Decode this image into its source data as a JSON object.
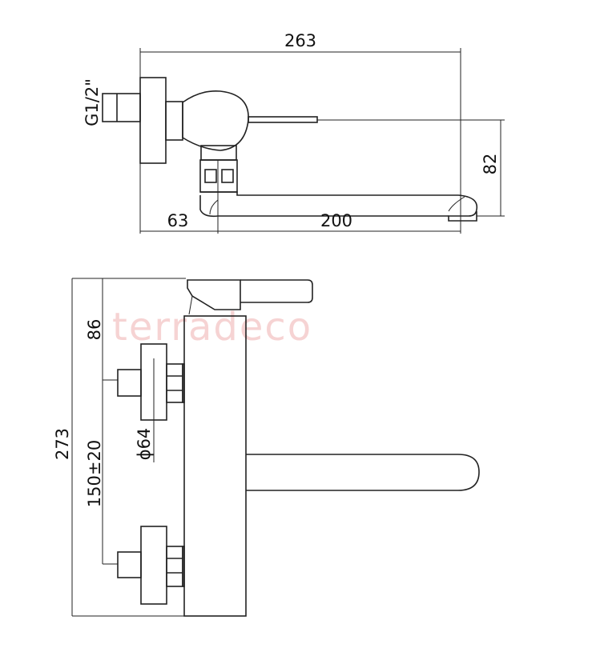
{
  "watermark": "terradeco",
  "top_view": {
    "dimensions": {
      "total_length": "263",
      "thread": "G1/2\"",
      "height": "82",
      "wall_to_spout": "63",
      "spout_length": "200"
    }
  },
  "front_view": {
    "dimensions": {
      "total_height": "273",
      "top_to_inlet": "86",
      "inlet_spacing": "150±20",
      "flange_diameter": "ϕ64"
    }
  },
  "colors": {
    "line": "#222222",
    "watermark": "#f6d3d3"
  }
}
